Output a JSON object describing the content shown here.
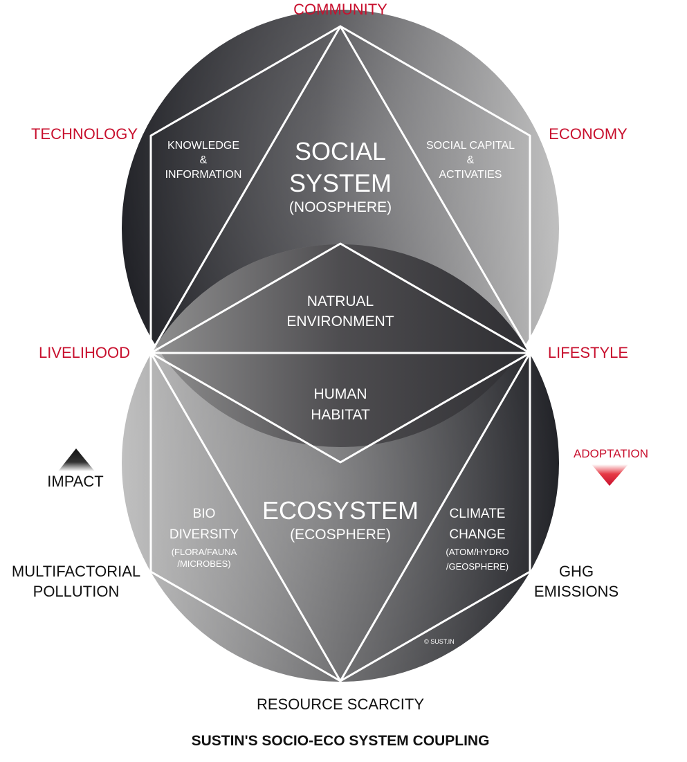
{
  "title": "SUSTIN'S SOCIO-ECO SYSTEM COUPLING",
  "outer_labels": {
    "community": "COMMUNITY",
    "technology": "TECHNOLOGY",
    "economy": "ECONOMY",
    "livelihood": "LIVELIHOOD",
    "lifestyle": "LIFESTYLE",
    "pollution": [
      "MULTIFACTORIAL",
      "POLLUTION"
    ],
    "ghg": [
      "GHG",
      "EMISSIONS"
    ],
    "resource": "RESOURCE SCARCITY"
  },
  "inner_labels": {
    "social_system": [
      "SOCIAL",
      "SYSTEM"
    ],
    "noosphere": "(NOOSPHERE)",
    "knowledge": [
      "KNOWLEDGE",
      "&",
      "INFORMATION"
    ],
    "social_capital": [
      "SOCIAL CAPITAL",
      "&",
      "ACTIVATIES"
    ],
    "natural_env": [
      "NATRUAL",
      "ENVIRONMENT"
    ],
    "human_habitat": [
      "HUMAN",
      "HABITAT"
    ],
    "ecosystem": "ECOSYSTEM",
    "ecosphere": "(ECOSPHERE)",
    "bio": [
      "BIO",
      "DIVERSITY"
    ],
    "bio_sub": [
      "(FLORA/FAUNA",
      "/MICROBES)"
    ],
    "climate": [
      "CLIMATE",
      "CHANGE"
    ],
    "climate_sub": [
      "(ATOM/HYDRO",
      "/GEOSPHERE)"
    ],
    "copyright": "© SUST.IN"
  },
  "indicators": {
    "impact": "IMPACT",
    "adoptation": "ADOPTATION"
  },
  "colors": {
    "accent_red": "#c8102e",
    "dark": "#25262b",
    "light": "#b5b5b5"
  }
}
